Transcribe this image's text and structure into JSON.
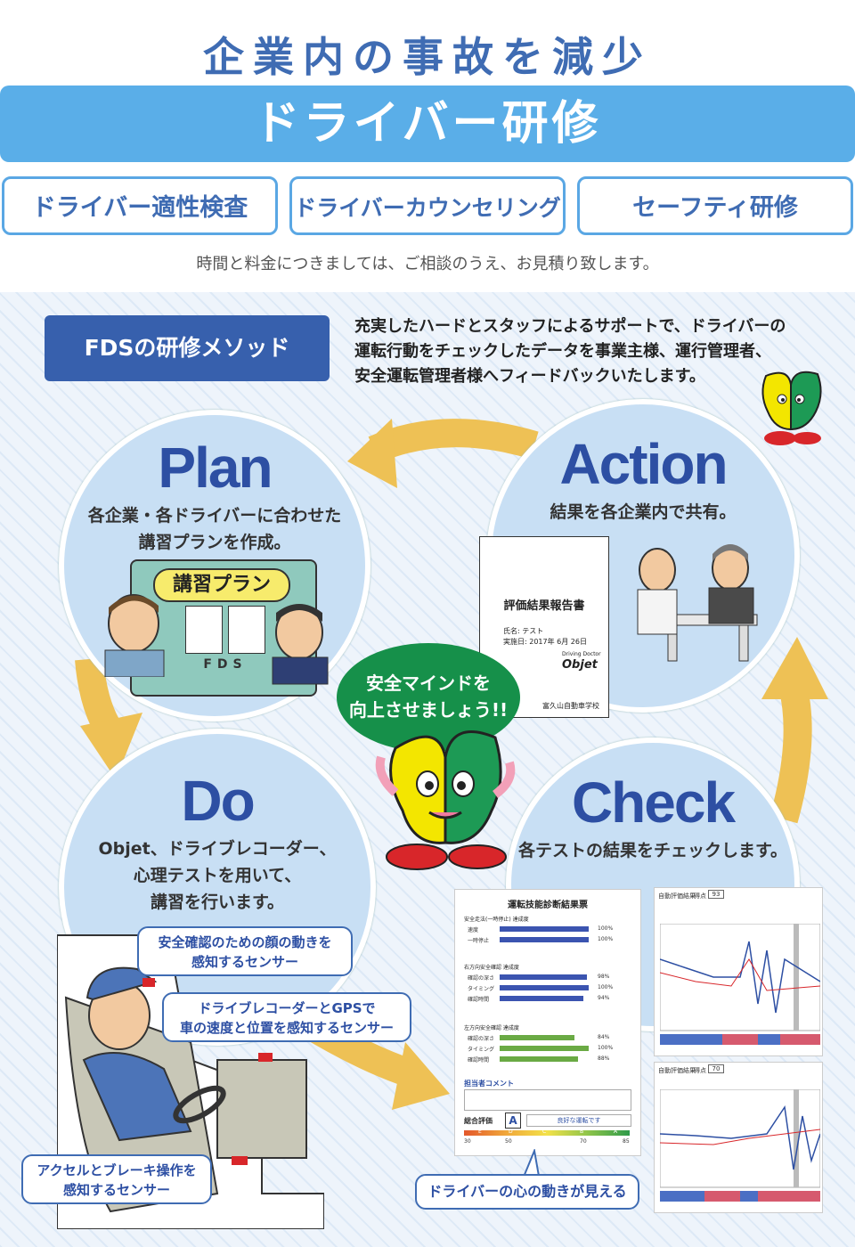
{
  "header": {
    "headline": "企業内の事故を減少",
    "banner": "ドライバー研修",
    "categories": [
      "ドライバー適性検査",
      "ドライバーカウンセリング",
      "セーフティ研修"
    ],
    "note": "時間と料金につきましては、ご相談のうえ、お見積り致します。"
  },
  "method": {
    "badge": "FDSの研修メソッド",
    "intro": [
      "充実したハードとスタッフによるサポートで、ドライバーの",
      "運転行動をチェックしたデータを事業主様、運行管理者、",
      "安全運転管理者様へフィードバックいたします。"
    ]
  },
  "cycle": {
    "plan": {
      "title": "Plan",
      "desc": [
        "各企業・各ドライバーに合わせた",
        "講習プランを作成。"
      ],
      "sign": "講習プラン",
      "board": "FDS"
    },
    "action": {
      "title": "Action",
      "desc": [
        "結果を各企業内で共有。"
      ]
    },
    "do": {
      "title": "Do",
      "desc": [
        "Objet、ドライブレコーダー、",
        "心理テストを用いて、",
        "講習を行います。"
      ]
    },
    "check": {
      "title": "Check",
      "desc": [
        "各テストの結果をチェックします。"
      ]
    }
  },
  "report_doc": {
    "title": "評価結果報告書",
    "name": "氏名: テスト",
    "date": "実施日: 2017年 6月 26日",
    "brand_small": "Driving Doctor",
    "brand": "Objet",
    "school": "富久山自動車学校"
  },
  "bubble": [
    "安全マインドを",
    "向上させましょう!!"
  ],
  "sensors": {
    "face": [
      "安全確認のための顔の動きを",
      "感知するセンサー"
    ],
    "gps": [
      "ドライブレコーダーとGPSで",
      "車の速度と位置を感知するセンサー"
    ],
    "pedal": [
      "アクセルとブレーキ操作を",
      "感知するセンサー"
    ],
    "mind": "ドライバーの心の動きが見える"
  },
  "diagnosis": {
    "title": "運転技能診断結果票",
    "sec1": "安全走法(一時停止) 達成度",
    "rows1": [
      {
        "label": "速度",
        "value": "100%"
      },
      {
        "label": "一時停止",
        "value": "100%"
      }
    ],
    "sec2": "右方向安全確認 達成度",
    "rows2": [
      {
        "label": "確認の深さ",
        "value": "98%"
      },
      {
        "label": "タイミング",
        "value": "100%"
      },
      {
        "label": "確認時間",
        "value": "94%"
      }
    ],
    "sec3": "左方向安全確認 達成度",
    "rows3": [
      {
        "label": "確認の深さ",
        "value": "84%"
      },
      {
        "label": "タイミング",
        "value": "100%"
      },
      {
        "label": "確認時間",
        "value": "88%"
      }
    ],
    "comment_label": "担当者コメント",
    "overall_label": "総合評価",
    "grade": "A",
    "grade_text": "良好な運転です",
    "scale": [
      "30",
      "50",
      "70",
      "85"
    ],
    "scale_letters": [
      "E",
      "D",
      "C",
      "B",
      "A"
    ]
  },
  "graphs": [
    {
      "title": "自動評価結果",
      "score_label": "得点",
      "score": "93"
    },
    {
      "title": "自動評価結果",
      "score_label": "得点",
      "score": "70"
    }
  ],
  "colors": {
    "accent": "#3f6cb3",
    "banner": "#5aaee8",
    "circle": "#c8dff4",
    "arrow": "#eec155",
    "bubble": "#16904a"
  }
}
